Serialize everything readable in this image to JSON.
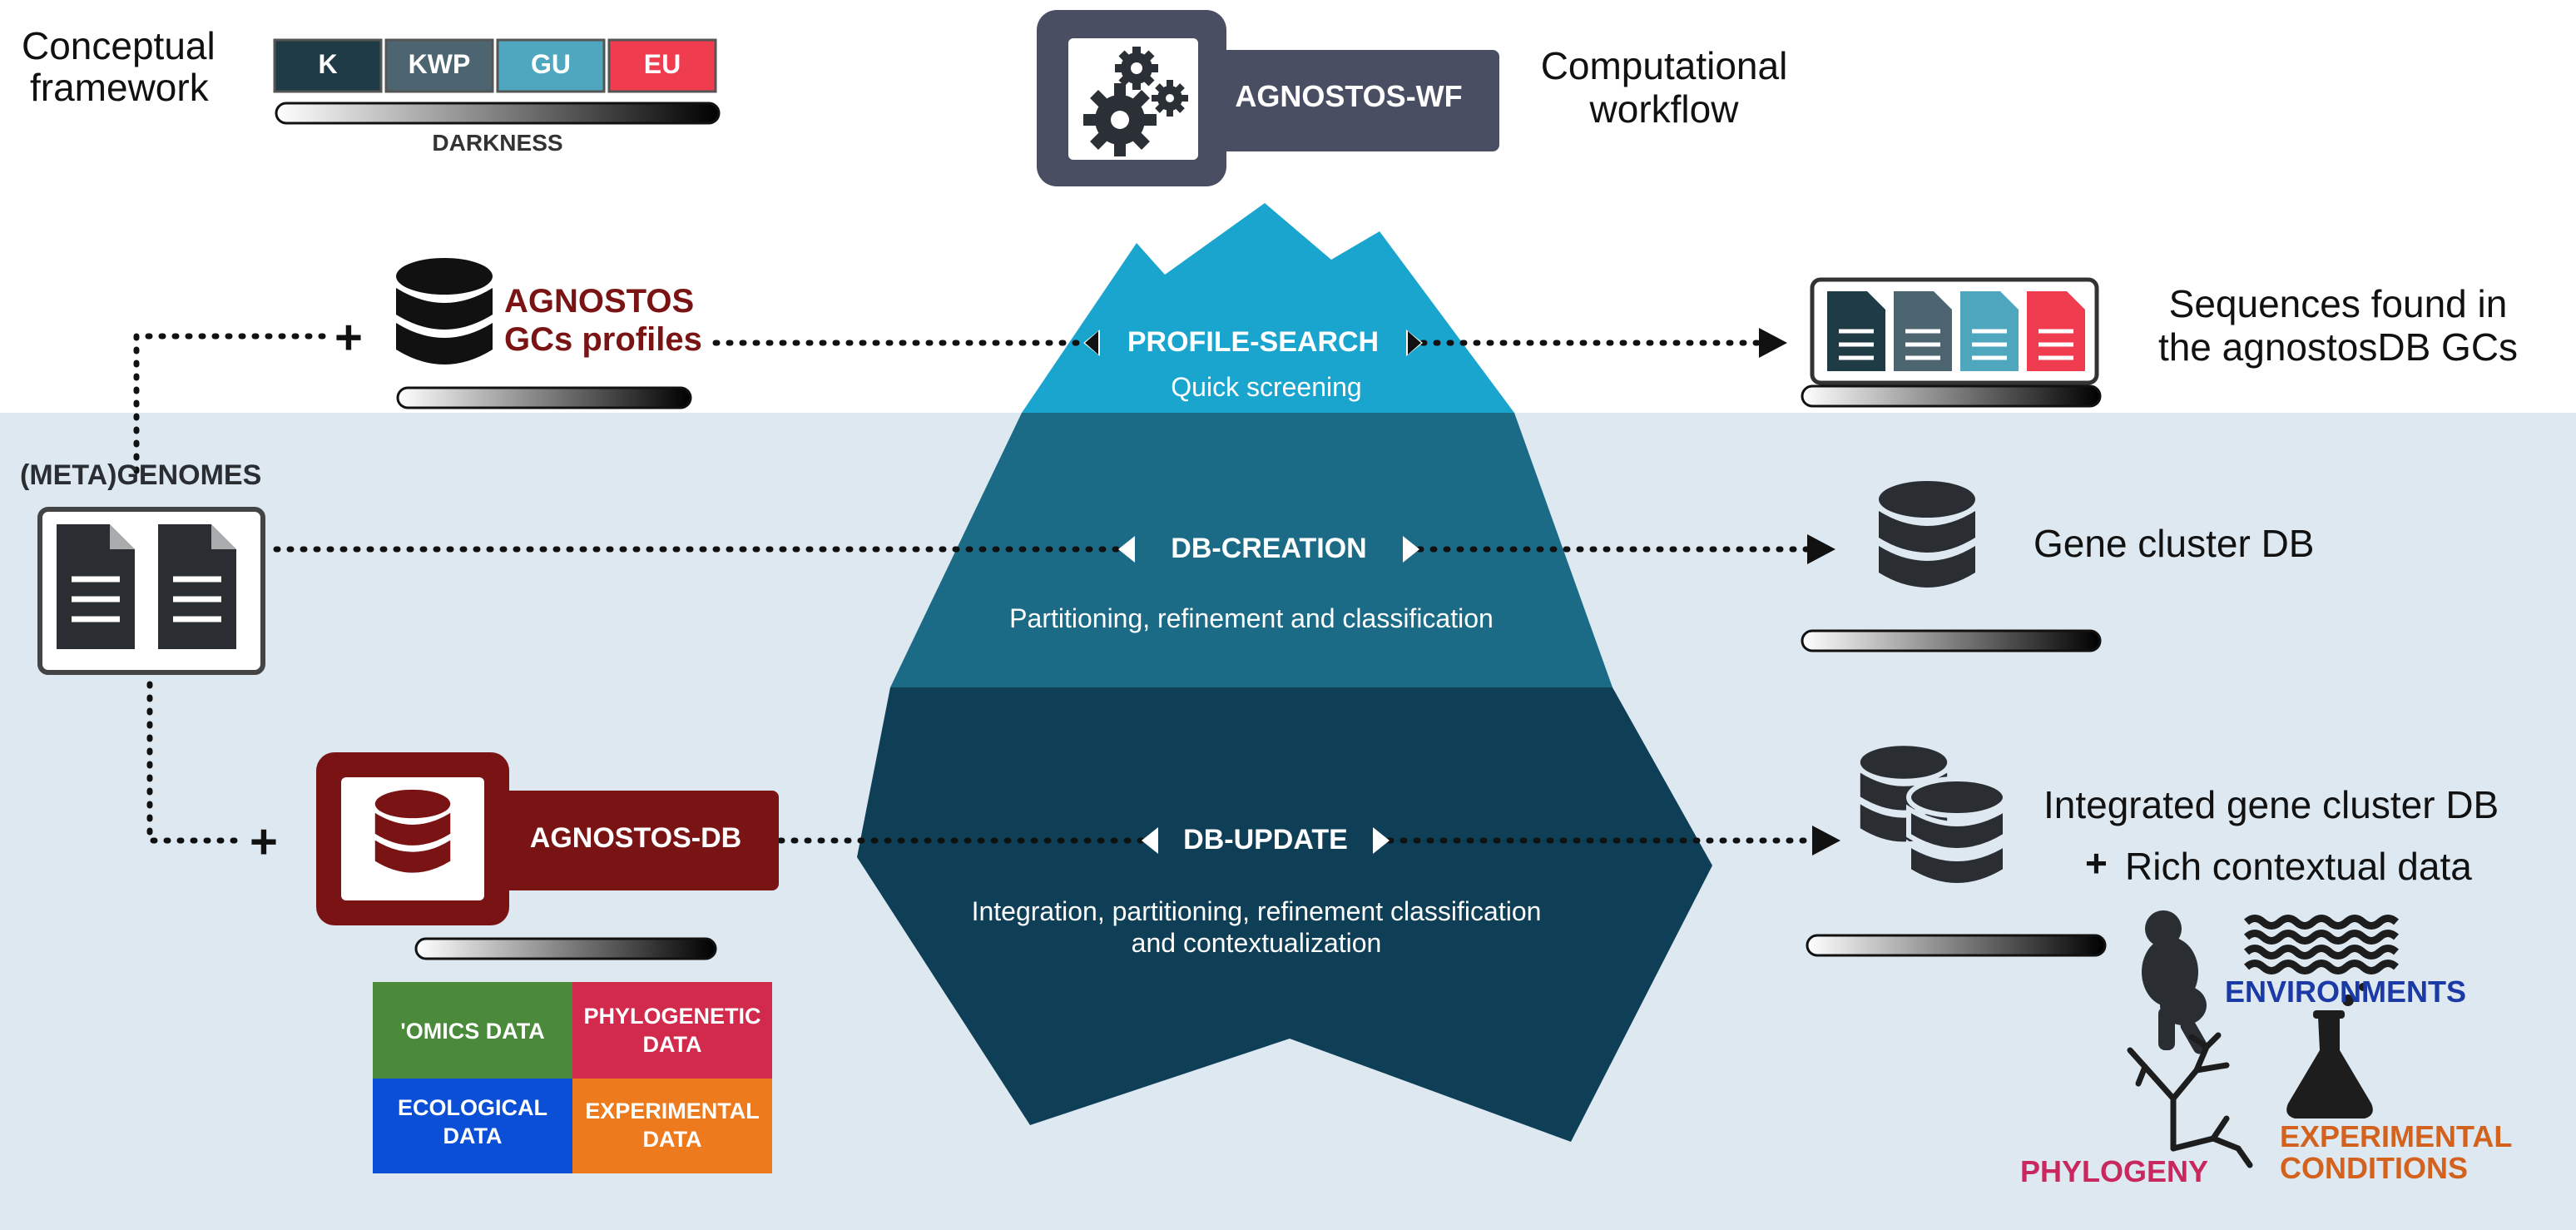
{
  "framework": {
    "label_line1": "Conceptual",
    "label_line2": "framework",
    "categories": [
      "K",
      "KWP",
      "GU",
      "EU"
    ],
    "darkness_label": "DARKNESS"
  },
  "workflow": {
    "title": "AGNOSTOS-WF",
    "label_line1": "Computational",
    "label_line2": "workflow"
  },
  "inputs": {
    "genomes_label": "(META)GENOMES",
    "plus": "+",
    "profiles_line1": "AGNOSTOS",
    "profiles_line2": "GCs profiles",
    "db_label": "AGNOSTOS-DB"
  },
  "modules": [
    {
      "title": "PROFILE-SEARCH",
      "subtitle_line1": "Quick screening",
      "subtitle_line2": ""
    },
    {
      "title": "DB-CREATION",
      "subtitle_line1": "Partitioning, refinement and classification",
      "subtitle_line2": ""
    },
    {
      "title": "DB-UPDATE",
      "subtitle_line1": "Integration, partitioning, refinement classification",
      "subtitle_line2": "and contextualization"
    }
  ],
  "outputs": {
    "sequences_line1": "Sequences found in",
    "sequences_line2": "the agnostosDB GCs",
    "gene_cluster_db": "Gene cluster DB",
    "integrated_line1": "Integrated gene cluster DB",
    "integrated_line2": "Rich contextual data"
  },
  "data_types": {
    "omics": "'OMICS DATA",
    "phylogenetic_line1": "PHYLOGENETIC",
    "phylogenetic_line2": "DATA",
    "ecological_line1": "ECOLOGICAL",
    "ecological_line2": "DATA",
    "experimental_line1": "EXPERIMENTAL",
    "experimental_line2": "DATA"
  },
  "context": {
    "environments": "ENVIRONMENTS",
    "phylogeny": "PHYLOGENY",
    "experimental_line1": "EXPERIMENTAL",
    "experimental_line2": "CONDITIONS"
  },
  "colors": {
    "k": "#1f3b45",
    "kwp": "#4c6570",
    "gu": "#4ea6bf",
    "eu": "#ef3d4f",
    "iceberg_top": "#1aa5cf",
    "iceberg_mid": "#1b6b86",
    "iceberg_bottom": "#0e3f57",
    "water": "#dde8f1",
    "agnostos_red": "#7a1414",
    "dark_icon": "#2a2e33",
    "omics": "#4a8a3a",
    "phylogenetic": "#d22a4c",
    "ecological": "#0a4fd6",
    "experimental": "#ee7a1e",
    "environments": "#1b3aa6",
    "phylogeny": "#c8285e",
    "experimental_conditions": "#d3621e"
  }
}
